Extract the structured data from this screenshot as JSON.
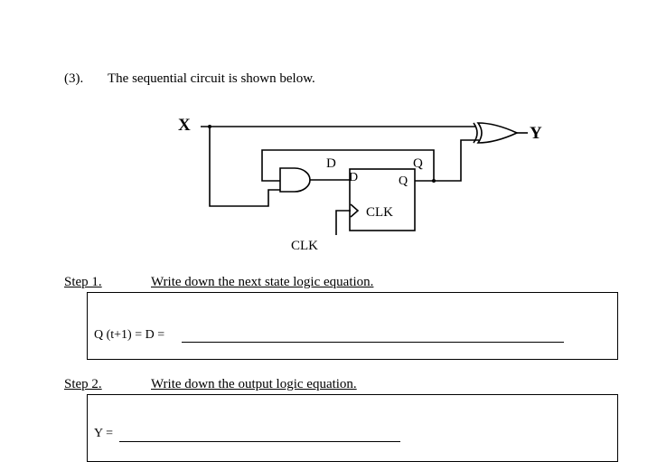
{
  "problem": {
    "number": "(3).",
    "statement": "The sequential circuit is shown below."
  },
  "circuit": {
    "input_label": "X",
    "output_label": "Y",
    "d_wire_label": "D",
    "q_wire_label": "Q",
    "ff_d_pin": "D",
    "ff_q_pin": "Q",
    "ff_clk_pin": "CLK",
    "clock_label": "CLK"
  },
  "step1": {
    "label": "Step 1.",
    "instruction": "Write down the next state logic equation.",
    "equation_label": "Q (t+1)  = D ="
  },
  "step2": {
    "label": "Step 2.",
    "instruction": "Write down the output logic equation.",
    "equation_label": "Y ="
  }
}
